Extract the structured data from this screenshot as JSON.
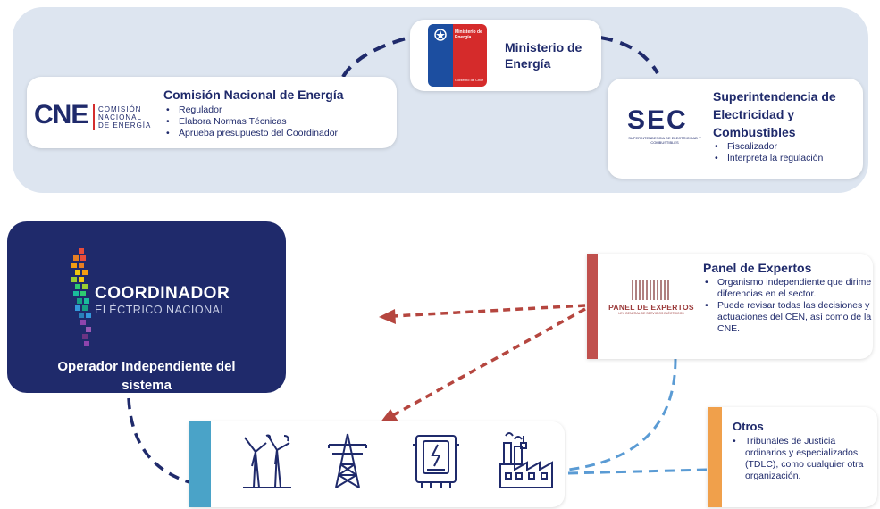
{
  "ministerio": {
    "title": "Ministerio de Energía",
    "logo_title": "Ministerio de Energía",
    "logo_footer": "Gobierno de Chile"
  },
  "cne": {
    "logo_letters": "CNE",
    "logo_line1": "COMISIÓN",
    "logo_line2": "NACIONAL",
    "logo_line3": "DE ENERGÍA",
    "title": "Comisión Nacional de Energía",
    "bullets": [
      "Regulador",
      "Elabora Normas Técnicas",
      "Aprueba presupuesto del Coordinador"
    ]
  },
  "sec": {
    "logo_letters": "SEC",
    "logo_sub": "SUPERINTENDENCIA DE ELECTRICIDAD Y COMBUSTIBLES",
    "title_line1": "Superintendencia de",
    "title_line2": "Electricidad y",
    "title_line3": "Combustibles",
    "bullets": [
      "Fiscalizador",
      "Interpreta la regulación"
    ]
  },
  "coordinador": {
    "logo_name": "COORDINADOR",
    "logo_sub": "ELÉCTRICO NACIONAL",
    "caption_line1": "Operador Independiente del",
    "caption_line2": "sistema"
  },
  "panel": {
    "logo_text": "PANEL DE EXPERTOS",
    "logo_sub": "LEY GENERAL DE SERVICIOS ELÉCTRICOS",
    "title": "Panel de Expertos",
    "bullets": [
      "Organismo independiente que dirime diferencias en el sector.",
      "Puede revisar todas las decisiones y actuaciones del CEN, así como de la CNE."
    ]
  },
  "otros": {
    "title": "Otros",
    "bullets": [
      "Tribunales de Justicia ordinarios y especializados (TDLC), como cualquier otra organización."
    ]
  },
  "icons": [
    "wind-turbines-icon",
    "transmission-tower-icon",
    "electrical-panel-icon",
    "factory-icon"
  ],
  "colors": {
    "navy": "#1f2a6b",
    "band": "#dde5f0",
    "red_arrow": "#b5463f",
    "light_blue": "#5a9bd4",
    "teal_bar": "#4aa3c8",
    "orange_bar": "#f0a04b",
    "panel_bar": "#c0504d"
  }
}
